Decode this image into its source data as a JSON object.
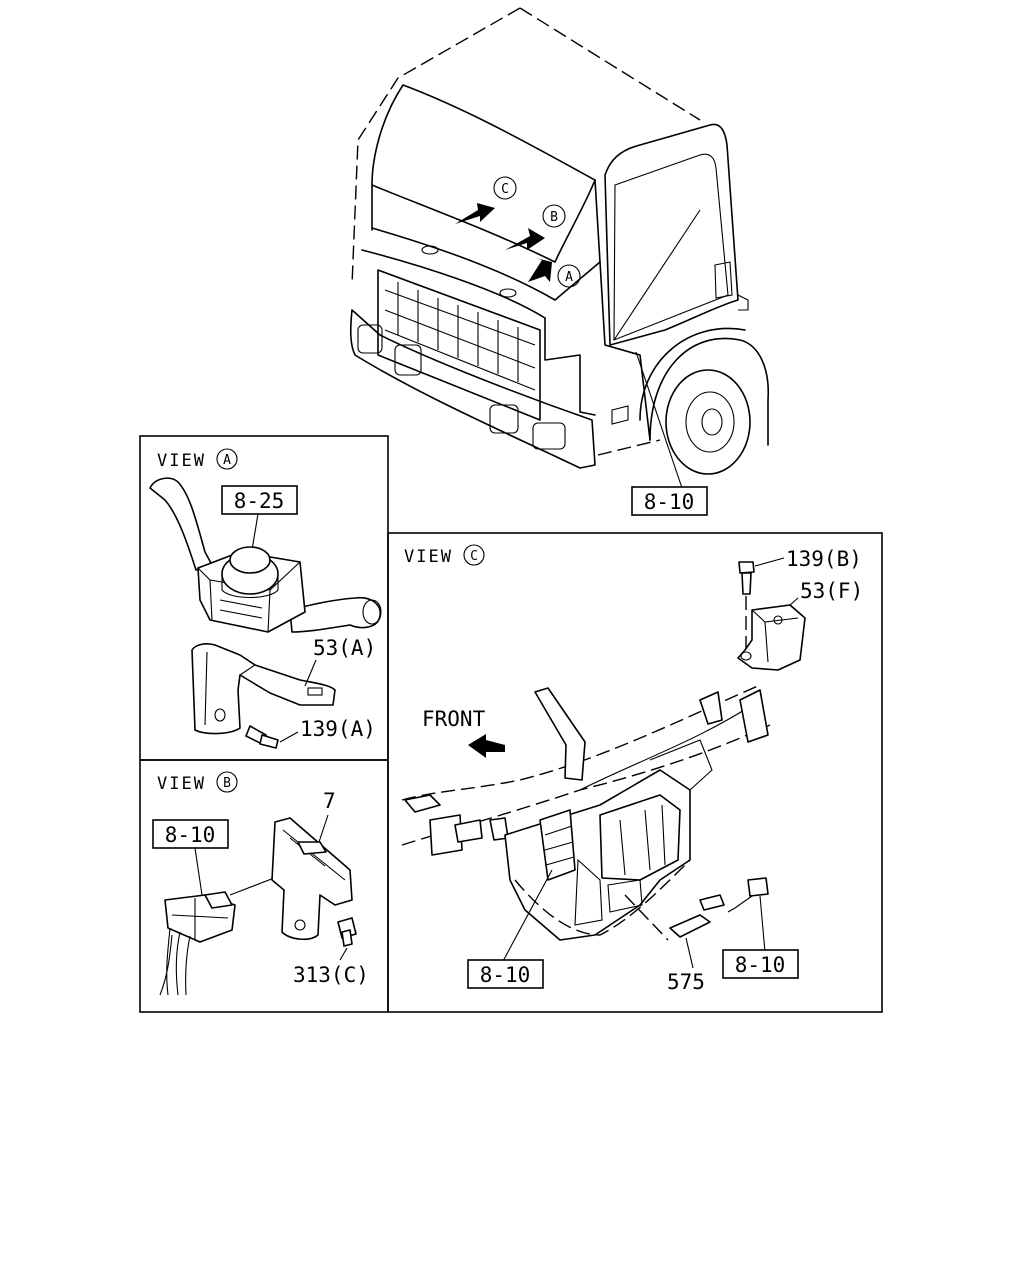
{
  "views": {
    "a": {
      "title": "VIEW",
      "letter": "A"
    },
    "b": {
      "title": "VIEW",
      "letter": "B"
    },
    "c": {
      "title": "VIEW",
      "letter": "C"
    }
  },
  "cab_markers": {
    "a": "A",
    "b": "B",
    "c": "C"
  },
  "callouts": {
    "ref_cab": "8-10",
    "ref_view_a": "8-25",
    "bracket_a": "53(A)",
    "bolt_a": "139(A)",
    "ref_view_b": "8-10",
    "part_7": "7",
    "bolt_b": "313(C)",
    "bolt_c": "139(B)",
    "bracket_c": "53(F)",
    "front_label": "FRONT",
    "ref_view_c_left": "8-10",
    "part_575": "575",
    "ref_view_c_right": "8-10"
  }
}
